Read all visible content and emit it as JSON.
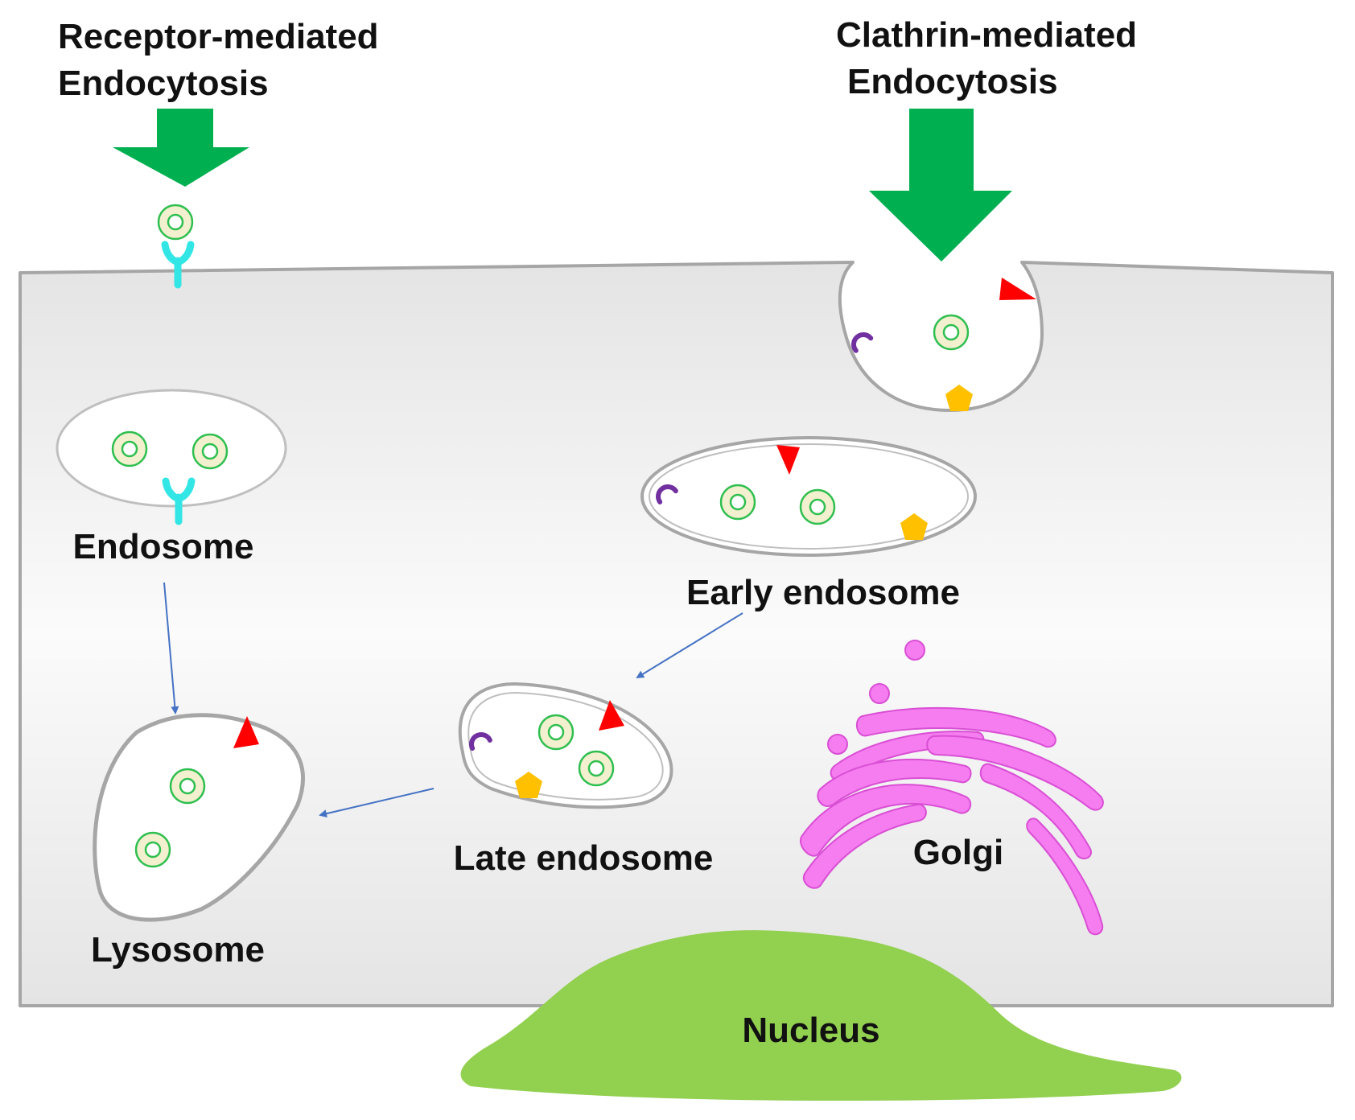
{
  "labels": {
    "receptor_line1": "Receptor-mediated",
    "receptor_line2": "Endocytosis",
    "clathrin_line1": "Clathrin-mediated",
    "clathrin_line2": "Endocytosis",
    "endosome": "Endosome",
    "early_endosome": "Early endosome",
    "late_endosome": "Late endosome",
    "lysosome": "Lysosome",
    "golgi": "Golgi",
    "nucleus": "Nucleus"
  },
  "colors": {
    "entry_arrow": "#00b050",
    "cell_fill_edge": "#e6e6e6",
    "cell_fill_mid": "#fafafa",
    "membrane": "#a6a6a6",
    "receptor": "#33e6e6",
    "cargo_ring": "#2fbf4f",
    "cargo_fill": "#f3f0cf",
    "triangle_marker": "#ff0000",
    "pentagon_marker": "#ffc000",
    "arc_marker": "#7030a0",
    "golgi": "#f57df0",
    "golgi_stroke": "#d94fd4",
    "nucleus": "#92d050",
    "flow_arrow": "#4472c4"
  },
  "icons": {
    "cargo": "cargo-particle-icon",
    "receptor": "receptor-icon",
    "triangle": "red-triangle-marker-icon",
    "pentagon": "yellow-pentagon-marker-icon",
    "arc": "purple-arc-marker-icon"
  }
}
